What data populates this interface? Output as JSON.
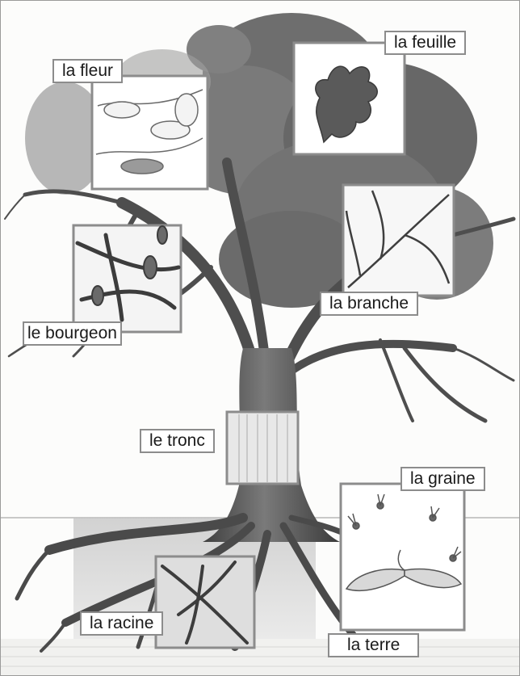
{
  "labels": {
    "fleur": "la fleur",
    "feuille": "la feuille",
    "branche": "la branche",
    "bourgeon": "le bourgeon",
    "tronc": "le tronc",
    "graine": "la graine",
    "racine": "la racine",
    "terre": "la terre"
  },
  "colors": {
    "frame": "#8c8c8c",
    "foliage": "#6f6f6f",
    "bark": "#5a5a5a",
    "soil": "#cfcfcf"
  }
}
